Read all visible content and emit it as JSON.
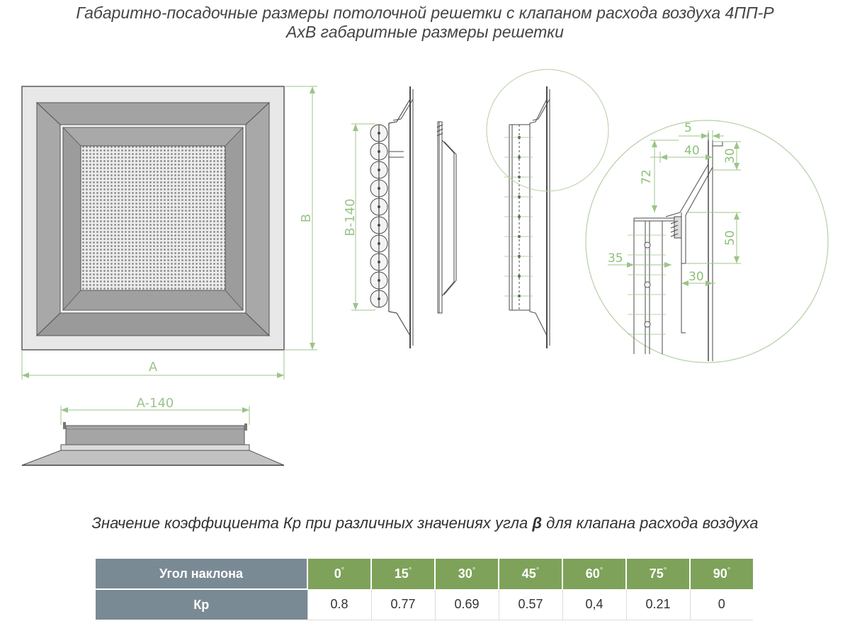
{
  "title": {
    "line1": "Габаритно-посадочные размеры потолочной решетки с клапаном расхода воздуха 4ПП-Р",
    "line2": "АхВ габаритные размеры решетки"
  },
  "dimensions": {
    "a": "A",
    "b": "B",
    "a140": "A-140",
    "b140": "B-140",
    "d5": "5",
    "d40": "40",
    "d30top": "30",
    "d72": "72",
    "d50": "50",
    "d35": "35",
    "d30bottom": "30"
  },
  "kp": {
    "caption_pre": "Значение коэффициента Кр при различных значениях угла ",
    "caption_beta": "β",
    "caption_post": " для клапана расхода воздуха",
    "row1_header": "Угол наклона",
    "row2_header": "Кр",
    "degree": "°",
    "angles": [
      "0",
      "15",
      "30",
      "45",
      "60",
      "75",
      "90"
    ],
    "values": [
      "0.8",
      "0.77",
      "0.69",
      "0.57",
      "0,4",
      "0.21",
      "0"
    ]
  },
  "colors": {
    "dimension": "#9cc48a",
    "header_gray": "#7a8a94",
    "header_green": "#7fa25a"
  }
}
